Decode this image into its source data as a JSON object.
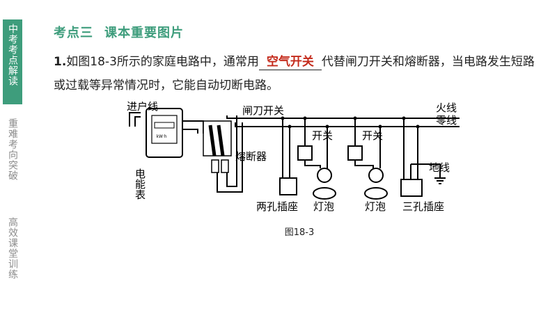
{
  "sidebar": {
    "active": "中考考点解读",
    "items": [
      "重难考向突破",
      "高效课堂训练"
    ]
  },
  "heading": {
    "part1": "考点三",
    "part2": "课本重要图片"
  },
  "question": {
    "num": "1.",
    "before_blank": "如图18-3所示的家庭电路中，通常用",
    "blank_answer": "空气开关",
    "after_blank": "代替闸刀开关和熔断器，当电路发生短路或过载等异常情况时，它能自动切断电路。"
  },
  "figure": {
    "labels": {
      "service_wire": "进户线",
      "meter": "电能表",
      "knife_switch": "闸刀开关",
      "fuse": "熔断器",
      "live": "火线",
      "neutral": "零线",
      "switch1": "开关",
      "switch2": "开关",
      "ground": "地线",
      "socket2": "两孔插座",
      "lamp1": "灯泡",
      "lamp2": "灯泡",
      "socket3": "三孔插座"
    },
    "meter_text": "kW·h"
  },
  "caption": "图18-3"
}
